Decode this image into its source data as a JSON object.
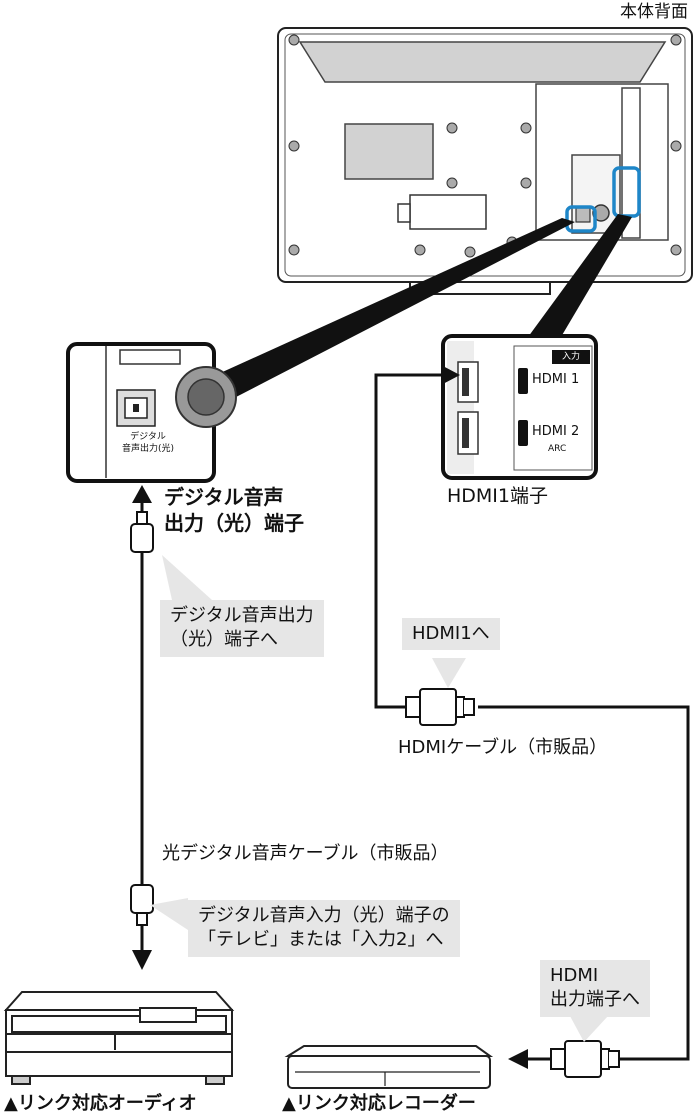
{
  "tv": {
    "label": "本体背面"
  },
  "optical_closeup": {
    "line1": "デジタル",
    "line2": "音声出力(光)"
  },
  "hdmi_closeup": {
    "badge": "入力",
    "port1": "HDMI 1",
    "port2": "HDMI 2",
    "port2_sub": "ARC"
  },
  "labels": {
    "optical_terminal": [
      "デジタル音声",
      "出力（光）端子"
    ],
    "hdmi1_terminal": "HDMI1端子",
    "optical_cable": "光デジタル音声ケーブル（市販品）",
    "hdmi_cable": "HDMIケーブル（市販品）",
    "audio_device": "▲リンク対応オーディオ",
    "recorder_device": "▲リンク対応レコーダー"
  },
  "callouts": {
    "to_optical_out": [
      "デジタル音声出力",
      "（光）端子へ"
    ],
    "to_hdmi1": "HDMI1へ",
    "to_audio_in": [
      "デジタル音声入力（光）端子の",
      "「テレビ」または「入力2」へ"
    ],
    "to_hdmi_out": [
      "HDMI",
      "出力端子へ"
    ]
  },
  "colors": {
    "highlight": "#1e86c8",
    "callout_bg": "#e6e6e6",
    "line": "#111111"
  }
}
